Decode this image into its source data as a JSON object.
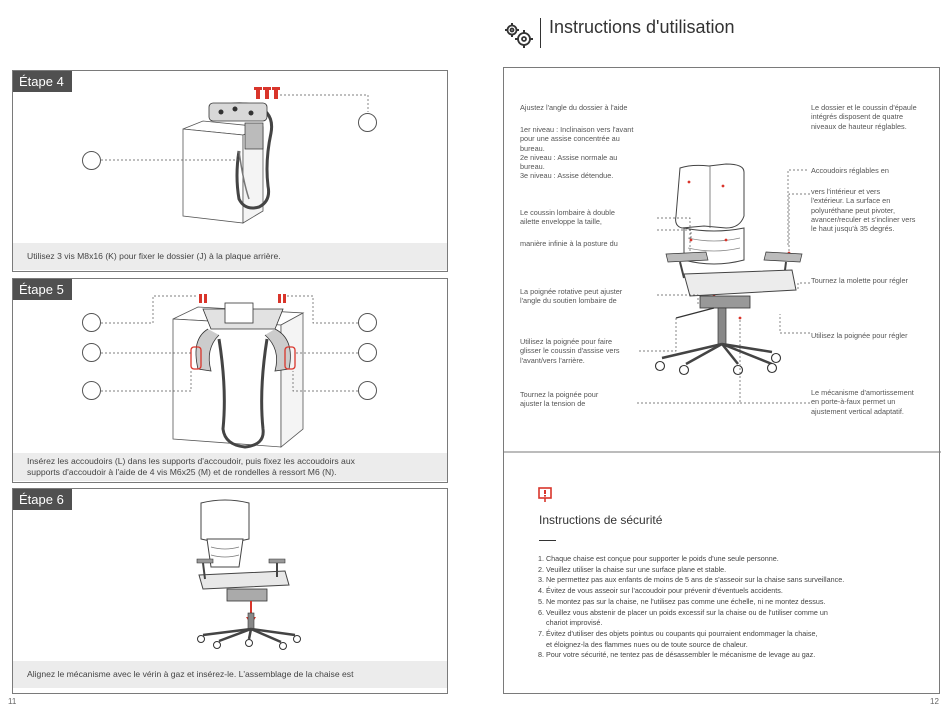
{
  "left_page": {
    "page_number": "11",
    "steps": [
      {
        "tag": "Étape 4",
        "caption": "Utilisez 3 vis M8x16 (K) pour fixer le dossier (J) à la plaque arrière."
      },
      {
        "tag": "Étape 5",
        "caption_line1": "Insérez les accoudoirs (L) dans les supports d'accoudoir, puis fixez les accoudoirs aux",
        "caption_line2": "supports d'accoudoir à l'aide de 4 vis M6x25 (M) et de rondelles à ressort M6 (N)."
      },
      {
        "tag": "Étape 6",
        "caption": "Alignez le mécanisme avec le vérin à gaz et insérez-le. L'assemblage de la chaise est"
      }
    ]
  },
  "right_page": {
    "page_number": "12",
    "title": "Instructions d'utilisation",
    "icon": "gears-icon",
    "left_notes": {
      "backrest_title": "Ajustez l'angle du dossier à l'aide",
      "levels": [
        "1er niveau : Inclinaison vers l'avant",
        "pour une assise concentrée au",
        "bureau.",
        "2e niveau : Assise normale au",
        "bureau.",
        "3e niveau : Assise détendue."
      ],
      "lumbar": [
        "Le coussin lombaire à double",
        "ailette enveloppe la taille,"
      ],
      "lumbar2": "manière infinie à la posture du",
      "rotary": [
        "La poignée rotative peut ajuster",
        "l'angle du soutien lombaire de"
      ],
      "slide": [
        "Utilisez la poignée pour faire",
        "glisser le coussin d'assise vers",
        "l'avant/vers l'arrière."
      ],
      "tension": [
        "Tournez la poignée pour",
        "ajuster la tension de"
      ]
    },
    "right_notes": {
      "headrest": [
        "Le dossier et le coussin d'épaule",
        "intégrés disposent de quatre",
        "niveaux de hauteur réglables."
      ],
      "armrests_title": "Accoudoirs réglables en",
      "armrests": [
        "vers l'intérieur et vers",
        "l'extérieur. La surface en",
        "polyuréthane peut pivoter,",
        "avancer/reculer et s'incliner vers",
        "le haut jusqu'à 35 degrés."
      ],
      "knob": "Tournez la molette pour régler",
      "handle": "Utilisez la poignée pour régler",
      "mechanism": [
        "Le mécanisme d'amortissement",
        "en porte-à-faux permet un",
        "ajustement vertical adaptatif."
      ]
    },
    "safety": {
      "icon": "warning-icon",
      "title": "Instructions de sécurité",
      "items": [
        "1. Chaque chaise est conçue pour supporter le poids d'une seule personne.",
        "2. Veuillez utiliser la chaise sur une surface plane et stable.",
        "3. Ne permettez pas aux enfants de moins de 5 ans de s'asseoir sur la chaise sans surveillance.",
        "4. Évitez de vous asseoir sur l'accoudoir pour prévenir d'éventuels accidents.",
        "5. Ne montez pas sur la chaise, ne l'utilisez pas comme une échelle, ni ne montez dessus.",
        "6. Veuillez vous abstenir de placer un poids excessif sur la chaise ou de l'utiliser comme un",
        "    chariot improvisé.",
        "7. Évitez d'utiliser des objets pointus ou coupants qui pourraient endommager la chaise,",
        "    et éloignez-la des flammes nues ou de toute source de chaleur.",
        "8. Pour votre sécurité, ne tentez pas de désassembler le mécanisme de levage au gaz."
      ]
    }
  },
  "colors": {
    "accent": "#d9352b",
    "tag_bg": "#505050",
    "caption_bg": "#ececec"
  }
}
